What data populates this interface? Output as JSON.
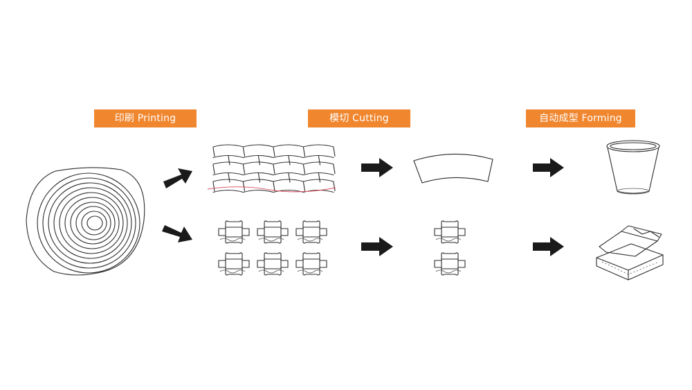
{
  "stages": {
    "printing": {
      "label": "印刷 Printing"
    },
    "cutting": {
      "label": "模切 Cutting"
    },
    "forming": {
      "label": "自动成型 Forming"
    }
  },
  "colors": {
    "label_background": "#f0862e",
    "label_text": "#ffffff",
    "line": "#2a2a2a",
    "arrow": "#1a1a1a",
    "cut_line": "#d94a5a"
  },
  "icons": {
    "paper_roll": "paper-roll-icon",
    "cup_sheet": "printed-cup-sheet-icon",
    "cup_blank": "cup-fan-blank-icon",
    "cup": "paper-cup-icon",
    "box_sheet": "printed-box-sheet-icon",
    "box_blank": "box-blank-icon",
    "box": "folded-box-icon",
    "arrow": "right-arrow-icon"
  }
}
